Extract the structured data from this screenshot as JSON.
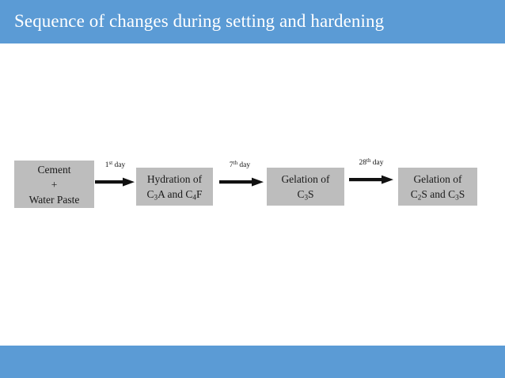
{
  "slide": {
    "title": "Sequence of changes during setting and hardening",
    "background_color": "#ffffff",
    "band_color": "#5b9bd5",
    "title_color": "#ffffff"
  },
  "diagram": {
    "type": "flowchart",
    "orientation": "left-to-right",
    "node_fill_color": "#bdbdbd",
    "node_text_color": "#1a1a1a",
    "arrow_color": "#111111",
    "nodes": [
      {
        "id": "cement-water-paste",
        "lines": [
          "Cement",
          "+",
          "Water Paste"
        ],
        "line1": "Cement",
        "line2": "+",
        "line3": "Water Paste"
      },
      {
        "id": "hydration-c3a-c4f",
        "lines": [
          "Hydration of",
          "C3A and C4F"
        ],
        "line1": "Hydration of",
        "formula_prefix_1": "C",
        "formula_sub_1": "3",
        "formula_mid": "A and C",
        "formula_sub_2": "4",
        "formula_suffix": "F"
      },
      {
        "id": "gelation-c3s",
        "lines": [
          "Gelation of",
          "C3S"
        ],
        "line1": "Gelation of",
        "formula_prefix_1": "C",
        "formula_sub_1": "3",
        "formula_suffix": "S"
      },
      {
        "id": "gelation-c2s-c3s",
        "lines": [
          "Gelation of",
          "C2S and C3S"
        ],
        "line1": "Gelation of",
        "formula_prefix_1": "C",
        "formula_sub_1": "2",
        "formula_mid": "S and C",
        "formula_sub_2": "3",
        "formula_suffix": "S"
      }
    ],
    "connectors": [
      {
        "id": "day-1",
        "number": "1",
        "ordinal_suffix": "st",
        "unit": " day",
        "label": "1st day"
      },
      {
        "id": "day-7",
        "number": "7",
        "ordinal_suffix": "th",
        "unit": " day",
        "label": "7th day"
      },
      {
        "id": "day-28",
        "number": "28",
        "ordinal_suffix": "th",
        "unit": " day",
        "label": "28th day"
      }
    ]
  }
}
